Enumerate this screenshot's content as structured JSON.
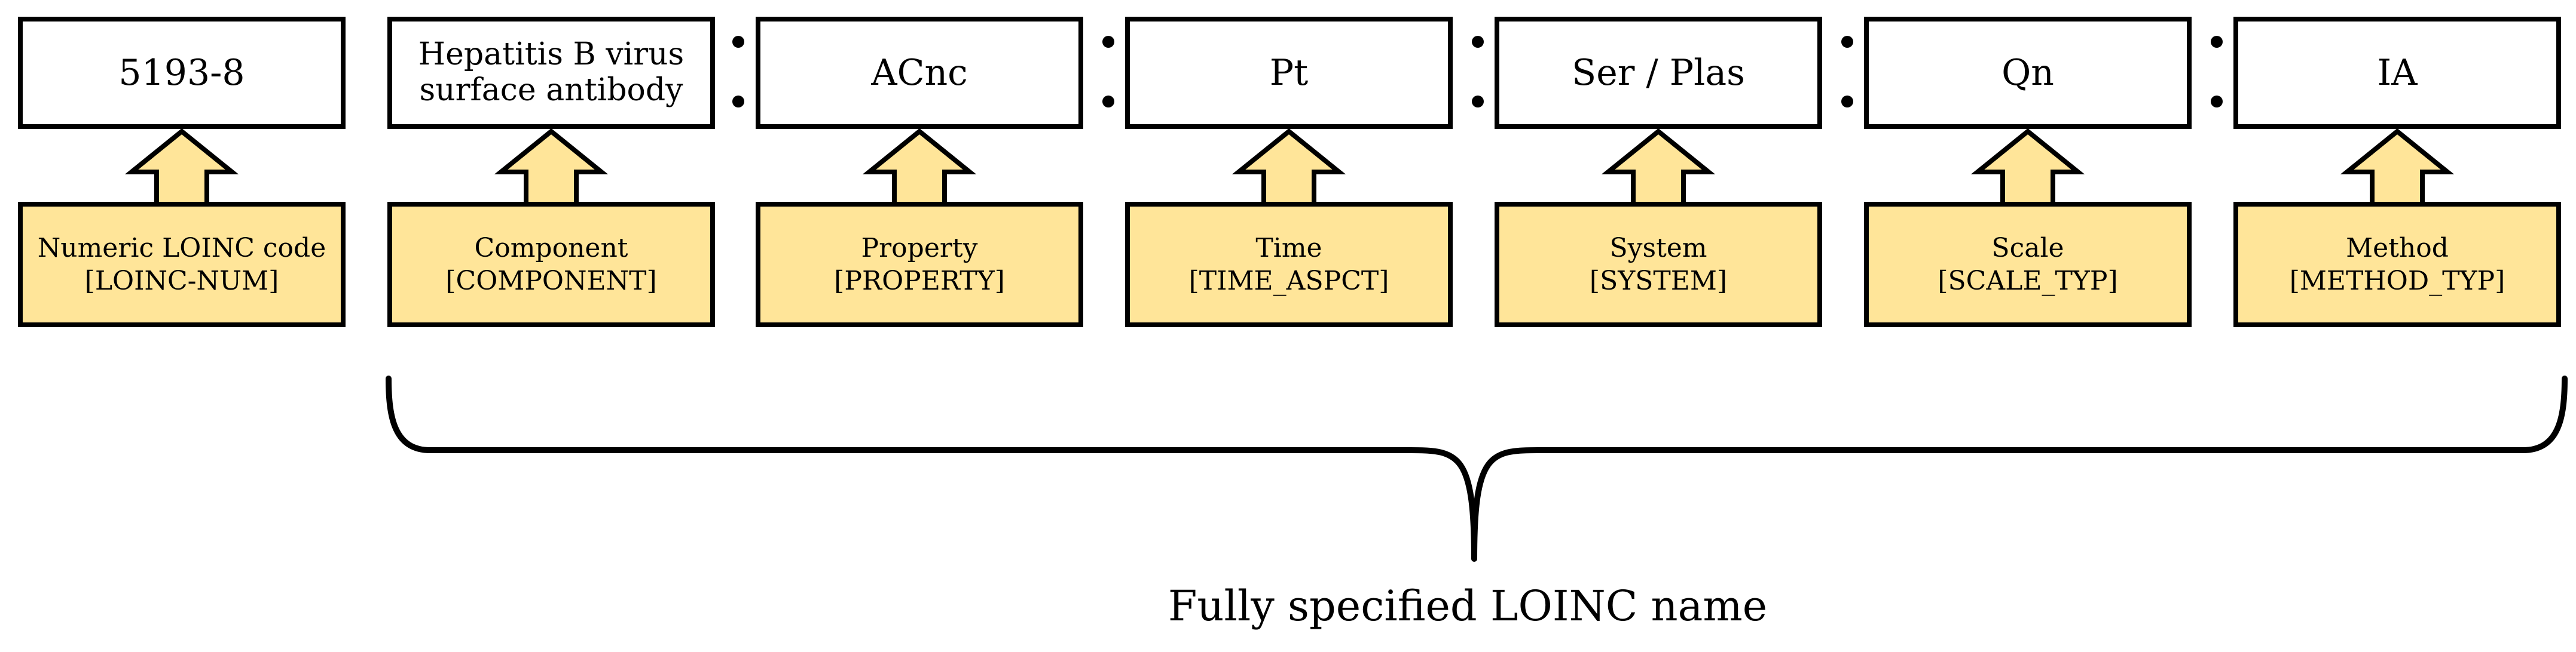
{
  "diagram": {
    "values": [
      {
        "key": "code",
        "text": "5193-8"
      },
      {
        "key": "component",
        "text": "Hepatitis B virus surface antibody"
      },
      {
        "key": "property",
        "text": "ACnc"
      },
      {
        "key": "time",
        "text": "Pt"
      },
      {
        "key": "system",
        "text": "Ser / Plas"
      },
      {
        "key": "scale",
        "text": "Qn"
      },
      {
        "key": "method",
        "text": "IA"
      }
    ],
    "labels": [
      {
        "key": "code",
        "name": "Numeric LOINC code",
        "field": "[LOINC-NUM]"
      },
      {
        "key": "component",
        "name": "Component",
        "field": "[COMPONENT]"
      },
      {
        "key": "property",
        "name": "Property",
        "field": "[PROPERTY]"
      },
      {
        "key": "time",
        "name": "Time",
        "field": "[TIME_ASPCT]"
      },
      {
        "key": "system",
        "name": "System",
        "field": "[SYSTEM]"
      },
      {
        "key": "scale",
        "name": "Scale",
        "field": "[SCALE_TYP]"
      },
      {
        "key": "method",
        "name": "Method",
        "field": "[METHOD_TYP]"
      }
    ],
    "separator": ":",
    "caption": "Fully specified LOINC name",
    "colors": {
      "label_fill": "#ffe599",
      "stroke": "#000000",
      "value_fill": "#ffffff"
    }
  }
}
